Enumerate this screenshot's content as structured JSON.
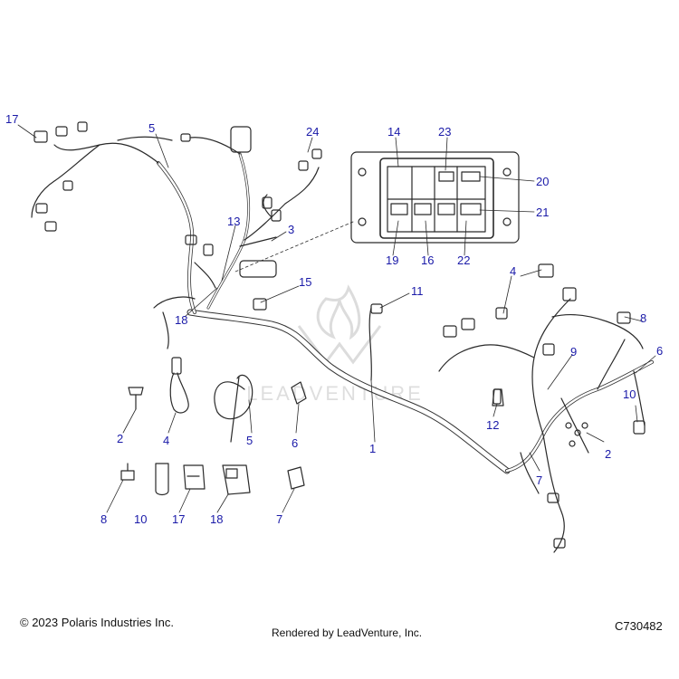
{
  "diagram": {
    "callouts": [
      "17",
      "5",
      "24",
      "14",
      "23",
      "20",
      "21",
      "19",
      "16",
      "22",
      "13",
      "3",
      "15",
      "18",
      "11",
      "4",
      "8",
      "6",
      "9",
      "2",
      "4",
      "5",
      "6",
      "12",
      "1",
      "10",
      "2",
      "7",
      "8",
      "10",
      "17",
      "18",
      "7"
    ],
    "watermark": "LEADVENTURE",
    "colors": {
      "line": "#2a2a2a",
      "callout": "#1a1aa8",
      "watermark": "#d8d8d8"
    }
  },
  "footer": {
    "copyright": "© 2023 Polaris Industries Inc.",
    "rendered_by": "Rendered by LeadVenture, Inc.",
    "part_code": "C730482"
  }
}
